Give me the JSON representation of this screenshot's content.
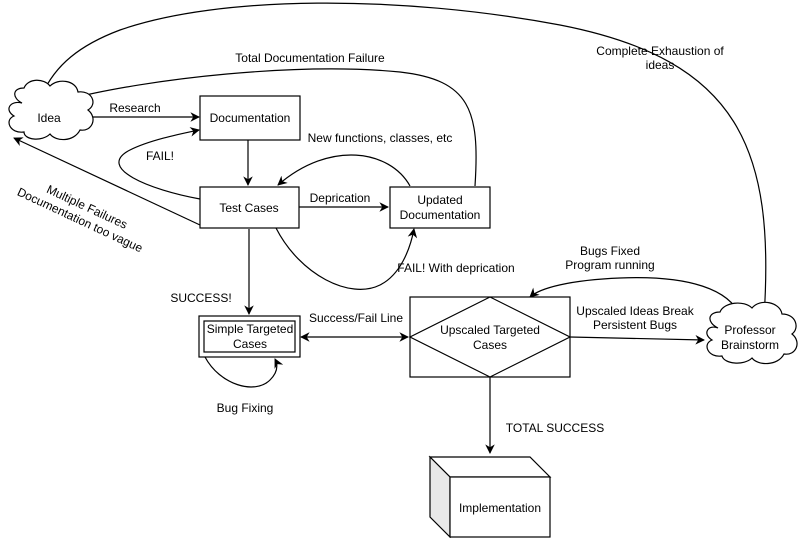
{
  "nodes": {
    "idea": "Idea",
    "documentation": "Documentation",
    "test_cases": "Test Cases",
    "updated_doc_line1": "Updated",
    "updated_doc_line2": "Documentation",
    "simple_line1": "Simple Targeted",
    "simple_line2": "Cases",
    "upscaled_line1": "Upscaled Targeted",
    "upscaled_line2": "Cases",
    "professor_line1": "Professor",
    "professor_line2": "Brainstorm",
    "implementation": "Implementation"
  },
  "edge_labels": {
    "research": "Research",
    "fail": "FAIL!",
    "total_doc_failure": "Total Documentation Failure",
    "complete_exhaustion_line1": "Complete Exhaustion of",
    "complete_exhaustion_line2": "ideas",
    "new_functions": "New functions, classes, etc",
    "depriciation": "Deprication",
    "multiple_failures_line1": "Multiple Failures",
    "multiple_failures_line2": "Documentation too vague",
    "fail_with_depriciation": "FAIL! With deprication",
    "success": "SUCCESS!",
    "success_fail_line": "Success/Fail Line",
    "bugs_fixed_line1": "Bugs Fixed",
    "bugs_fixed_line2": "Program running",
    "upscaled_break_line1": "Upscaled Ideas Break",
    "upscaled_break_line2": "Persistent Bugs",
    "bug_fixing": "Bug Fixing",
    "total_success": "TOTAL SUCCESS"
  }
}
